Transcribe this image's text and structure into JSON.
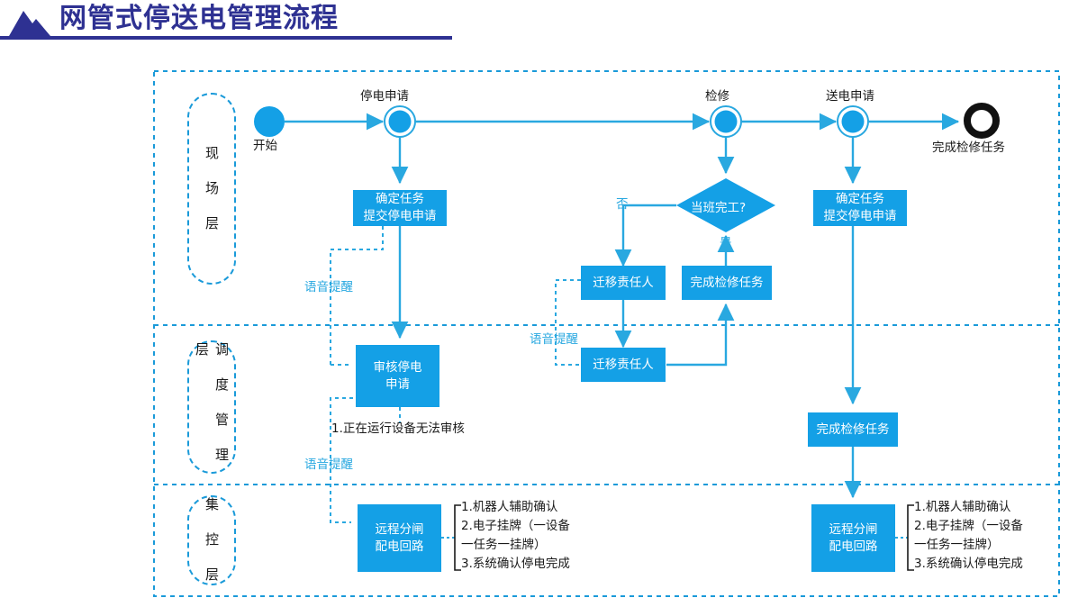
{
  "header": {
    "title": "网管式停送电管理流程",
    "icon": "mountain-icon",
    "accent_color": "#2e3192"
  },
  "theme": {
    "node_fill": "#14a0e6",
    "line_color": "#29a8e0",
    "frame_dash_color": "#1a9ad9",
    "end_node_color": "#111111",
    "text_dark": "#1a1a1a"
  },
  "layers": [
    {
      "id": "field",
      "label": "现 场 层"
    },
    {
      "id": "dispatch",
      "label": "调 度 管 理 层"
    },
    {
      "id": "centralized",
      "label": "集 控 层"
    }
  ],
  "events": {
    "start_label": "开始",
    "outage_request": "停电申请",
    "maintenance": "检修",
    "power_on_request": "送电申请",
    "end_label": "完成检修任务"
  },
  "nodes": {
    "confirm_task_submit_outage": "确定任务\n提交停电申请",
    "review_outage_request": "审核停电\n申请",
    "remote_switch_circuit_left": "远程分闸\n配电回路",
    "decision_shift_done": "当班完工?",
    "transfer_owner_field": "迁移责任人",
    "transfer_owner_dispatch": "迁移责任人",
    "complete_task_field": "完成检修任务",
    "confirm_task_submit_outage_right": "确定任务\n提交停电申请",
    "complete_task_dispatch": "完成检修任务",
    "remote_switch_circuit_right": "远程分闸\n配电回路"
  },
  "edge_labels": {
    "no": "否",
    "yes": "是",
    "voice_reminder_1": "语音提醒",
    "voice_reminder_2": "语音提醒",
    "voice_reminder_3": "语音提醒"
  },
  "annotations": {
    "review_note": "1.正在运行设备无法审核",
    "remote_switch_note_left": "1.机器人辅助确认\n2.电子挂牌（一设备\n   一任务一挂牌）\n3.系统确认停电完成",
    "remote_switch_note_right": "1.机器人辅助确认\n2.电子挂牌（一设备\n   一任务一挂牌）\n3.系统确认停电完成"
  }
}
